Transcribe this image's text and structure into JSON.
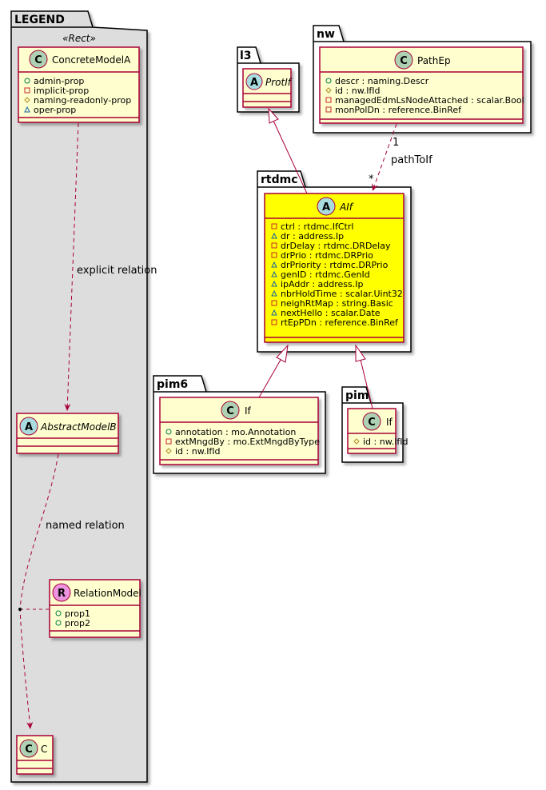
{
  "legend": {
    "title": "LEGEND",
    "stereotype": "«Rect»",
    "concrete": {
      "name": "ConcreteModelA",
      "attrs": [
        {
          "vis": "public",
          "text": "admin-prop"
        },
        {
          "vis": "private",
          "text": "implicit-prop"
        },
        {
          "vis": "protected",
          "text": "naming-readonly-prop"
        },
        {
          "vis": "package",
          "text": "oper-prop"
        }
      ]
    },
    "abstract": {
      "name": "AbstractModelB"
    },
    "relation": {
      "name": "RelationModel",
      "attrs": [
        {
          "vis": "public",
          "text": "prop1"
        },
        {
          "vis": "public",
          "text": "prop2"
        }
      ]
    },
    "c": {
      "name": "C"
    },
    "explicit_label": "explicit relation",
    "named_label": "named relation"
  },
  "l3": {
    "title": "l3",
    "protif": {
      "name": "ProtIf"
    }
  },
  "nw": {
    "title": "nw",
    "pathep": {
      "name": "PathEp",
      "attrs": [
        {
          "vis": "public",
          "text": "descr : naming.Descr"
        },
        {
          "vis": "protected",
          "text": "id : nw.IfId"
        },
        {
          "vis": "private",
          "text": "managedEdmLsNodeAttached : scalar.Bool"
        },
        {
          "vis": "private",
          "text": "monPolDn : reference.BinRef"
        }
      ]
    }
  },
  "rtdmc": {
    "title": "rtdmc",
    "aif": {
      "name": "AIf",
      "attrs": [
        {
          "vis": "private",
          "text": "ctrl : rtdmc.IfCtrl"
        },
        {
          "vis": "package",
          "text": "dr : address.Ip"
        },
        {
          "vis": "private",
          "text": "drDelay : rtdmc.DRDelay"
        },
        {
          "vis": "private",
          "text": "drPrio : rtdmc.DRPrio"
        },
        {
          "vis": "package",
          "text": "drPriority : rtdmc.DRPrio"
        },
        {
          "vis": "package",
          "text": "genID : rtdmc.GenId"
        },
        {
          "vis": "package",
          "text": "ipAddr : address.Ip"
        },
        {
          "vis": "package",
          "text": "nbrHoldTime : scalar.Uint32"
        },
        {
          "vis": "private",
          "text": "neighRtMap : string.Basic"
        },
        {
          "vis": "package",
          "text": "nextHello : scalar.Date"
        },
        {
          "vis": "private",
          "text": "rtEpPDn : reference.BinRef"
        }
      ]
    }
  },
  "pim6": {
    "title": "pim6",
    "if": {
      "name": "If",
      "attrs": [
        {
          "vis": "public",
          "text": "annotation : mo.Annotation"
        },
        {
          "vis": "private",
          "text": "extMngdBy : mo.ExtMngdByType"
        },
        {
          "vis": "protected",
          "text": "id : nw.IfId"
        }
      ]
    }
  },
  "pim": {
    "title": "pim",
    "if": {
      "name": "If",
      "attrs": [
        {
          "vis": "protected",
          "text": "id : nw.IfId"
        }
      ]
    }
  },
  "assoc": {
    "mult_src": "1",
    "mult_dst": "*",
    "label": "pathToIf"
  },
  "colors": {
    "class_fill": "#FEFECE",
    "highlight_fill": "#FFFF00",
    "border": "#A80036",
    "legend_fill": "#DDDDDD",
    "c_circle": "#ADD1B2",
    "a_circle": "#A9DCDF",
    "r_circle": "#EB93DF"
  }
}
